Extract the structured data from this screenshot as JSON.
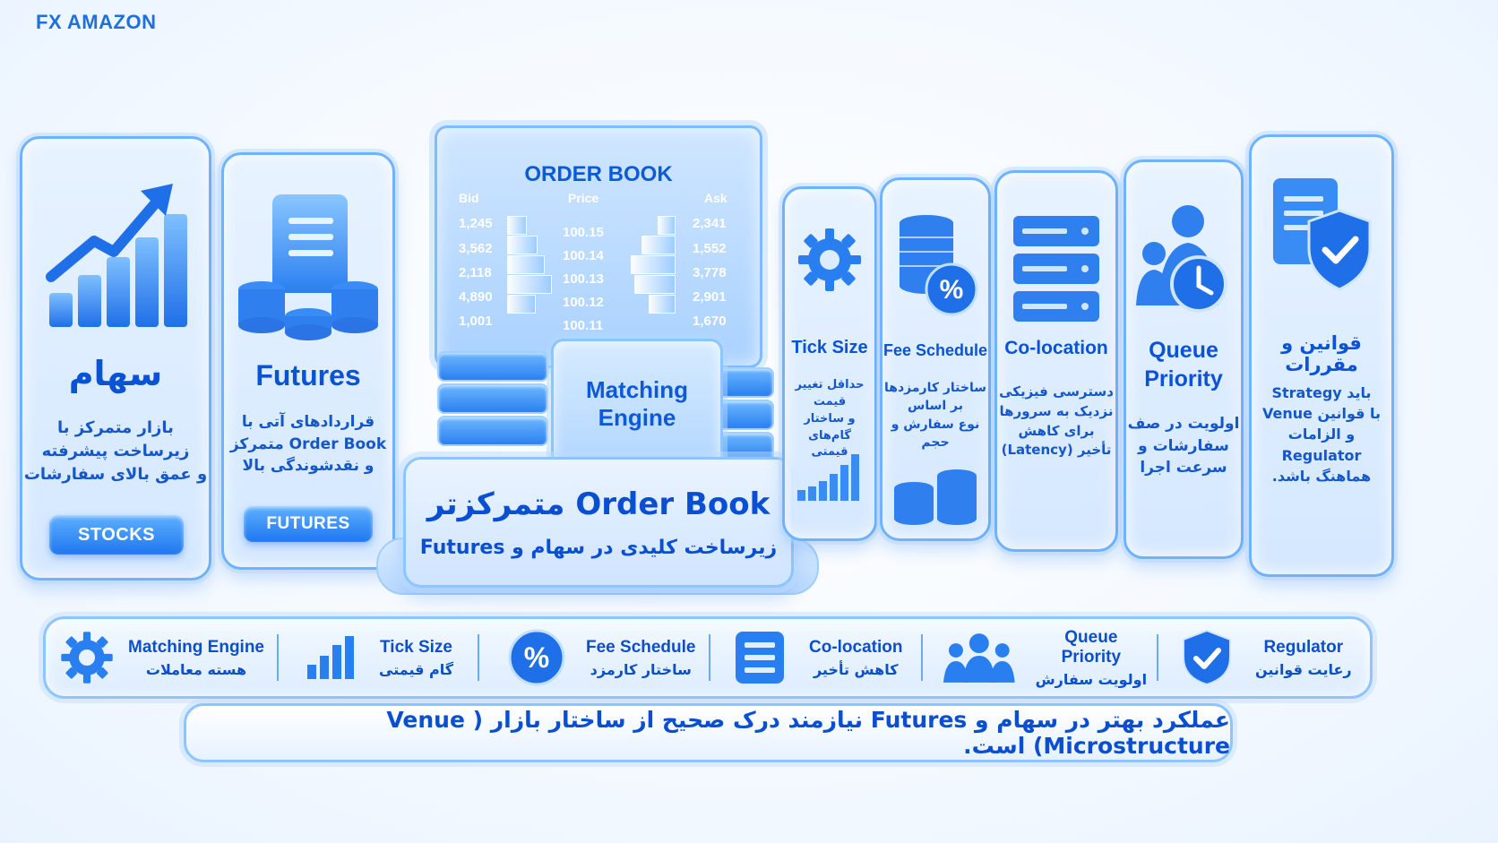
{
  "brand": {
    "fx": "FX",
    "name": "AMAZON"
  },
  "stocks": {
    "title": "سهام",
    "desc": [
      "بازار متمرکز با",
      "زیرساخت پیشرفته",
      "و عمق بالای سفارشات"
    ],
    "pill": "STOCKS"
  },
  "futures": {
    "title": "Futures",
    "desc": [
      "قراردادهای آتی با",
      "Order Book متمرکز",
      "و نقدشوندگی بالا"
    ],
    "pill": "FUTURES"
  },
  "order_book": {
    "title": "ORDER BOOK",
    "headers": {
      "bid": "Bid",
      "price": "Price",
      "ask": "Ask"
    },
    "rows": [
      {
        "bid": "1,245",
        "price": "100.15",
        "ask": "2,341"
      },
      {
        "bid": "3,562",
        "price": "100.14",
        "ask": "1,552"
      },
      {
        "bid": "2,118",
        "price": "100.13",
        "ask": "3,778"
      },
      {
        "bid": "4,890",
        "price": "100.12",
        "ask": "2,901"
      },
      {
        "bid": "1,001",
        "price": "100.11",
        "ask": "1,670"
      }
    ]
  },
  "matching_engine": {
    "line1": "Matching",
    "line2": "Engine"
  },
  "center": {
    "title": "Order Book متمرکزتر",
    "subtitle": "زیرساخت کلیدی در سهام و Futures"
  },
  "tick_size": {
    "title": "Tick Size",
    "desc": [
      "حداقل تغییر قیمت",
      "و ساختار گام‌های",
      "قیمتی"
    ]
  },
  "fee_schedule": {
    "title": "Fee Schedule",
    "desc": [
      "ساختار کارمزدها",
      "بر اساس",
      "نوع سفارش و حجم"
    ]
  },
  "colocation": {
    "title": "Co-location",
    "desc": [
      "دسترسی فیزیکی",
      "نزدیک به سرورها",
      "برای کاهش",
      "تأخیر (Latency)"
    ]
  },
  "queue_priority": {
    "title1": "Queue",
    "title2": "Priority",
    "desc": [
      "اولویت در صف",
      "سفارشات و",
      "سرعت اجرا"
    ]
  },
  "regulation": {
    "title": "قوانین و مقررات",
    "desc": [
      "باید Strategy",
      "با قوانین Venue",
      "و الزامات Regulator",
      "هماهنگ باشد."
    ]
  },
  "bottom_items": [
    {
      "t1": "Matching Engine",
      "t2": "هسته معاملات",
      "icon": "gear-icon"
    },
    {
      "t1": "Tick Size",
      "t2": "گام قیمتی",
      "icon": "bar-chart-icon"
    },
    {
      "t1": "Fee Schedule",
      "t2": "ساختار کارمزد",
      "icon": "percent-icon"
    },
    {
      "t1": "Co-location",
      "t2": "کاهش تأخیر",
      "icon": "server-icon"
    },
    {
      "t1": "Queue Priority",
      "t2": "اولویت سفارش",
      "icon": "users-icon"
    },
    {
      "t1": "Regulator",
      "t2": "رعایت قوانین",
      "icon": "shield-check-icon"
    }
  ],
  "footer": "عملکرد بهتر در سهام و Futures نیازمند درک صحیح از ساختار بازار ( Venue Microstructure) است."
}
